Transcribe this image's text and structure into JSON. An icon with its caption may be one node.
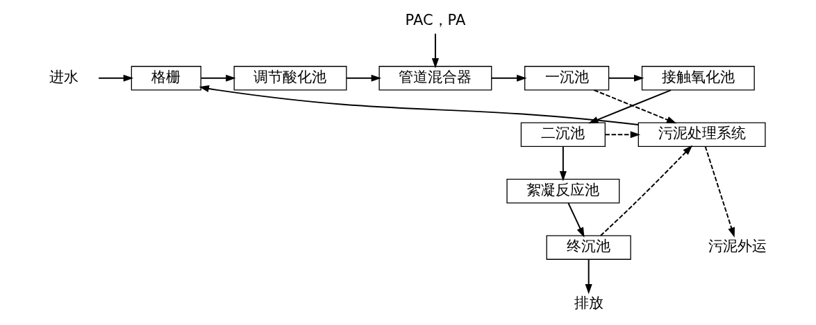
{
  "diagram": {
    "nodes": [
      {
        "text": [
          "进水"
        ]
      },
      {
        "text": [
          "格栅"
        ]
      },
      {
        "text": [
          "调节酸化池"
        ]
      },
      {
        "text": [
          "管道混合器"
        ]
      },
      {
        "text": [
          "PAC，PA"
        ]
      },
      {
        "text": [
          "一沉池"
        ]
      },
      {
        "text": [
          "接触氧化池"
        ]
      },
      {
        "text": [
          "二沉池"
        ]
      },
      {
        "text": [
          "絮凝反应池"
        ]
      },
      {
        "text": [
          "终沉池"
        ]
      },
      {
        "text": [
          "污泥处理系统"
        ]
      },
      {
        "text": [
          "污泥外运"
        ]
      },
      {
        "text": [
          "排放"
        ]
      }
    ],
    "edges": [
      {
        "from": 0,
        "to": 1,
        "arrow": "to"
      },
      {
        "from": 1,
        "to": 2,
        "arrow": "to"
      },
      {
        "from": 2,
        "to": 3,
        "arrow": "to"
      },
      {
        "from": 4,
        "to": 3,
        "arrow": "to"
      },
      {
        "from": 3,
        "to": 5,
        "arrow": "to"
      },
      {
        "from": 5,
        "to": 6,
        "arrow": "to"
      },
      {
        "from": 6,
        "to": 7,
        "arrow": "to"
      },
      {
        "from": 7,
        "to": 8,
        "arrow": "to"
      },
      {
        "from": 8,
        "to": 9,
        "arrow": "to"
      },
      {
        "from": 9,
        "to": 12,
        "arrow": "to"
      },
      {
        "from": 5,
        "to": 10,
        "arrow": "to",
        "style": "dashed"
      },
      {
        "from": 7,
        "to": 10,
        "arrow": "to",
        "style": "dashed"
      },
      {
        "from": 9,
        "to": 10,
        "arrow": "to",
        "style": "dashed"
      },
      {
        "from": 10,
        "to": 11,
        "arrow": "to",
        "style": "dashed"
      },
      {
        "from": 10,
        "to": 1,
        "arrow": "to"
      }
    ]
  }
}
